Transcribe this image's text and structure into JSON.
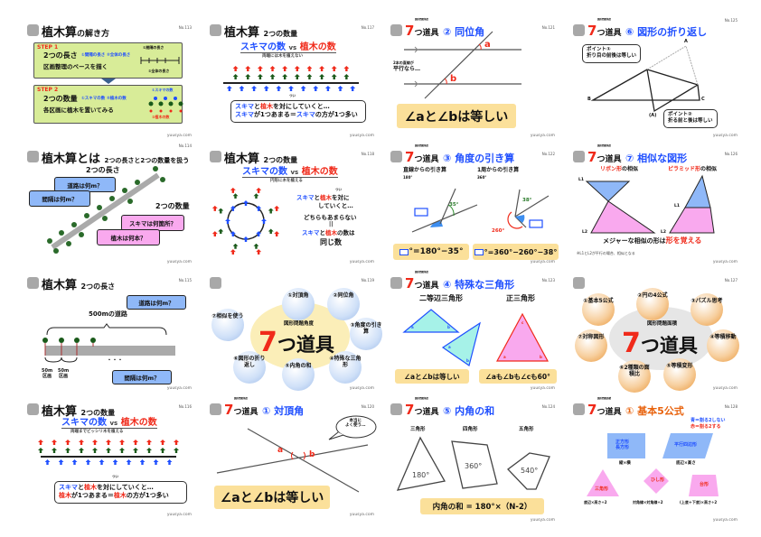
{
  "footer": "yuusya.com",
  "cards": {
    "c113": {
      "no": "No.113",
      "title": "植木算",
      "title_suffix": "の解き方",
      "step1": {
        "label": "STEP 1",
        "heading": "2つの長さ",
        "item1": "①間隔の長さ",
        "item2": "②全体の長さ",
        "desc": "区画整理のベースを描く",
        "fig1": "①間隔の長さ",
        "fig2": "②全体の長さ"
      },
      "step2": {
        "label": "STEP 2",
        "heading": "2つの数量",
        "item1": "①スキマの数",
        "item2": "②植木の数",
        "desc": "各区画に植木を置いてみる",
        "fig1": "①スキマの数",
        "fig2": "②植木の数"
      }
    },
    "c117": {
      "no": "No.117",
      "title": "植木算",
      "title_suffix": "2つの数量",
      "gap": "スキマの数",
      "vs": "vs",
      "trees": "植木の数",
      "note": "両端には木を植えない",
      "ruby": "つい",
      "line1a": "スキマ",
      "line1b": "と",
      "line1c": "植木",
      "line1d": "を対にしていくと…",
      "line2a": "スキマ",
      "line2b": "が1つあまる＝",
      "line2c": "スキマ",
      "line2d": "の方が1つ多い",
      "tree_count": 10
    },
    "c121": {
      "no": "No.121",
      "tool_small": "図形問題角度",
      "seven": "7",
      "tool": "つ道具",
      "subtitle": "② 同位角",
      "a": "a",
      "b": "b",
      "note1": "2本の直線が",
      "note2": "平行なら…",
      "result": "∠aと∠bは等しい"
    },
    "c125": {
      "no": "No.125",
      "tool_small": "図形問題角度",
      "seven": "7",
      "tool": "つ道具",
      "subtitle": "⑥ 図形の折り返し",
      "A": "A",
      "B": "B",
      "C": "C",
      "A2": "(A)",
      "p1": "ポイント①",
      "p1t": "折り目の前後は等しい",
      "p2": "ポイント②",
      "p2t": "折る前と後は等しい"
    },
    "c114": {
      "no": "No.114",
      "title": "植木算とは",
      "title_suffix": "2つの長さと2つの数量を扱う",
      "len": "2つの長さ",
      "q1": "道路は何m？",
      "q2": "間隔は何m？",
      "qty": "2つの数量",
      "q3": "スキマは何箇所？",
      "q4": "植木は何本？"
    },
    "c118": {
      "no": "No.118",
      "title": "植木算",
      "title_suffix": "2つの数量",
      "gap": "スキマの数",
      "vs": "vs",
      "trees": "植木の数",
      "note": "円形に木を植える",
      "ruby": "つい",
      "l1a": "スキマ",
      "l1b": "と",
      "l1c": "植木",
      "l1d": "を対に",
      "l2": "していくと…",
      "l3": "どちらもあまらない",
      "l4": "||",
      "l5a": "スキマ",
      "l5b": "と",
      "l5c": "植木",
      "l5d": "の数は",
      "l6": "同じ数"
    },
    "c122": {
      "no": "No.122",
      "tool_small": "図形問題角度",
      "seven": "7",
      "tool": "つ道具",
      "subtitle": "③ 角度の引き算",
      "h1": "直線からの引き算",
      "h1s": "180°",
      "h2": "1周からの引き算",
      "h2s": "360°",
      "a35": "35°",
      "a38": "38°",
      "a260": "260°",
      "r1": "°=180°−35°",
      "r2": "°=360°−260°−38°"
    },
    "c126": {
      "no": "No.126",
      "tool_small": "図形問題角度",
      "seven": "7",
      "tool": "つ道具",
      "subtitle": "⑦ 相似な図形",
      "h1a": "リボン形",
      "h1b": "の相似",
      "h2a": "ピラミッド形",
      "h2b": "の相似",
      "L1": "L1",
      "L2": "L2",
      "msg1": "メジャーな相似の形は",
      "msg2": "形を覚える",
      "note": "※L1とL2が平行の場合、相似となる"
    },
    "c115": {
      "no": "No.115",
      "title": "植木算",
      "title_suffix": "2つの長さ",
      "q1": "道路は何m？",
      "road": "500mの道路",
      "sec": "50m",
      "secl": "区画",
      "dots": "・・・",
      "q2": "間隔は何m？"
    },
    "c119": {
      "no": "No.119",
      "hub_small": "図形問題角度",
      "hub_seven": "7",
      "hub": "つ道具",
      "tools": [
        "①対頂角",
        "②同位角",
        "③角度の引き算",
        "④特殊な三角形",
        "⑤内角の和",
        "⑥図形の折り返し",
        "⑦相似を使う"
      ]
    },
    "c123": {
      "no": "No.123",
      "tool_small": "図形問題角度",
      "seven": "7",
      "tool": "つ道具",
      "subtitle": "④ 特殊な三角形",
      "h1": "二等辺三角形",
      "h2": "正三角形",
      "a": "a",
      "b": "b",
      "c": "c",
      "r1": "∠aと∠bは等しい",
      "r2": "∠aも∠bも∠cも60°"
    },
    "c127": {
      "no": "No.127",
      "hub_small": "図形問題面積",
      "hub_seven": "7",
      "hub": "つ道具",
      "tools": [
        "①基本5公式",
        "②円の4公式",
        "③パズル思考",
        "④等積移動",
        "⑤等積変形",
        "⑥2種類の面積比",
        "⑦対称図形"
      ]
    },
    "c116": {
      "no": "No.116",
      "title": "植木算",
      "title_suffix": "2つの数量",
      "gap": "スキマの数",
      "vs": "vs",
      "trees": "植木の数",
      "note": "両端までビッシリ木を植える",
      "ruby": "つい",
      "line1a": "スキマ",
      "line1b": "と",
      "line1c": "植木",
      "line1d": "を対にしていくと…",
      "line2a": "植木",
      "line2b": "が1つあまる＝",
      "line2c": "植木",
      "line2d": "の方が1つ多い",
      "tree_count": 11
    },
    "c120": {
      "no": "No.120",
      "tool_small": "図形問題角度",
      "seven": "7",
      "tool": "つ道具",
      "subtitle": "① 対頂角",
      "bubble1": "本当に",
      "bubble2": "よく使う…",
      "a": "a",
      "b": "b",
      "result": "∠aと∠bは等しい"
    },
    "c124": {
      "no": "No.124",
      "tool_small": "図形問題角度",
      "seven": "7",
      "tool": "つ道具",
      "subtitle": "⑤ 内角の和",
      "s1": "三角形",
      "s2": "四角形",
      "s3": "五角形",
      "v1": "180°",
      "v2": "360°",
      "v3": "540°",
      "result": "内角の和 = 180°×（N-2）"
    },
    "c128": {
      "no": "No.128",
      "tool_small": "図形問題面積",
      "seven": "7",
      "tool": "つ道具",
      "subtitle": "① 基本5公式",
      "legend1": "青＝割る2しない",
      "legend2": "赤＝割る2する",
      "sq": "正方形",
      "rect": "長方形",
      "sqf": "縦×横",
      "para": "平行四辺形",
      "paraf": "底辺×高さ",
      "tri": "三角形",
      "trif": "底辺×高さ÷2",
      "rh": "ひし形",
      "rhf": "対角線×対角線÷2",
      "trap": "台形",
      "trapf": "(上底＋下底)×高さ÷2"
    }
  },
  "colors": {
    "blue": "#1f4fff",
    "red": "#f02a1a",
    "yellow": "#fbe09a",
    "green": "#d8ec98",
    "pink": "#f9a9ee",
    "lightblue": "#8fb8f8",
    "orange": "#e8963a"
  }
}
